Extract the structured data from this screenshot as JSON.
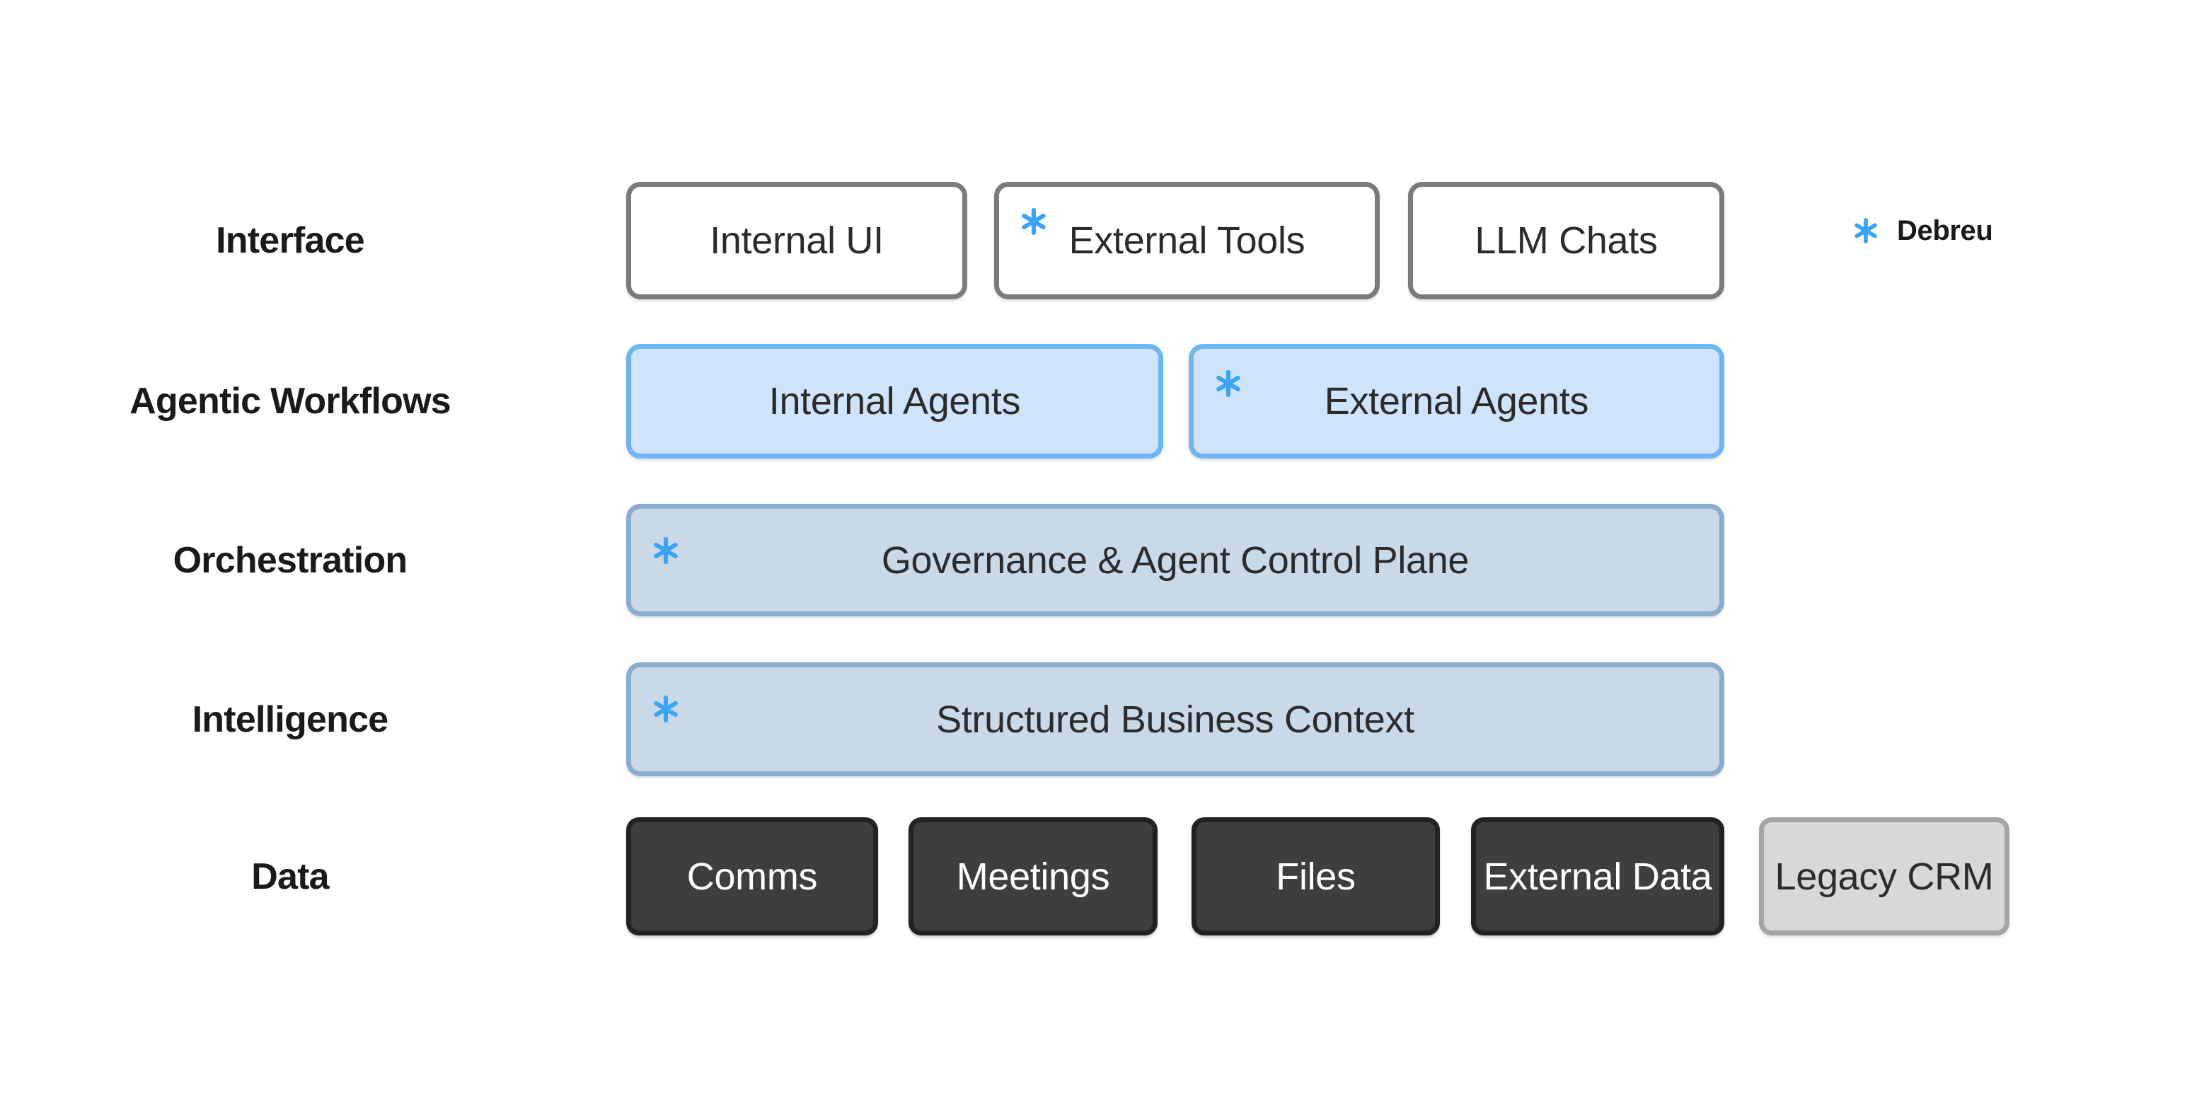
{
  "legend": {
    "label": "Debreu"
  },
  "layers": [
    {
      "label": "Interface",
      "boxes": [
        {
          "text": "Internal UI",
          "variant": "outline",
          "asterisk": false
        },
        {
          "text": "External Tools",
          "variant": "outline",
          "asterisk": true
        },
        {
          "text": "LLM Chats",
          "variant": "outline",
          "asterisk": false
        }
      ]
    },
    {
      "label": "Agentic Workflows",
      "boxes": [
        {
          "text": "Internal Agents",
          "variant": "blue",
          "asterisk": false
        },
        {
          "text": "External Agents",
          "variant": "blue",
          "asterisk": true
        }
      ]
    },
    {
      "label": "Orchestration",
      "boxes": [
        {
          "text": "Governance & Agent Control Plane",
          "variant": "bluegray",
          "asterisk": true
        }
      ]
    },
    {
      "label": "Intelligence",
      "boxes": [
        {
          "text": "Structured Business Context",
          "variant": "bluegray",
          "asterisk": true
        }
      ]
    },
    {
      "label": "Data",
      "boxes": [
        {
          "text": "Comms",
          "variant": "dark",
          "asterisk": false
        },
        {
          "text": "Meetings",
          "variant": "dark",
          "asterisk": false
        },
        {
          "text": "Files",
          "variant": "dark",
          "asterisk": false
        },
        {
          "text": "External Data",
          "variant": "dark",
          "asterisk": false
        },
        {
          "text": "Legacy CRM",
          "variant": "gray",
          "asterisk": false
        }
      ]
    }
  ],
  "colors": {
    "asterisk": "#3ba4f5",
    "outline_border": "#7b7b7b",
    "blue_fill": "#cfe4f8",
    "blue_border": "#6db6f2",
    "bluegray_fill": "#c9d9e8",
    "bluegray_border": "#8badd0",
    "dark_fill": "#3e3e40",
    "dark_border": "#222224",
    "gray_fill": "#d8d8d8",
    "gray_border": "#a5a5a5",
    "label_text": "#1a1a1c",
    "box_text": "#2b2b2d"
  }
}
